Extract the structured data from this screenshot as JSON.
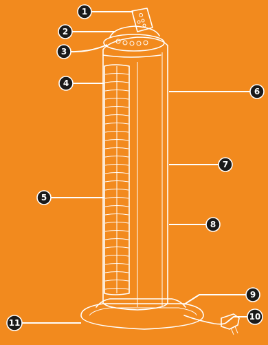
{
  "callouts": [
    {
      "id": 1,
      "label": "1"
    },
    {
      "id": 2,
      "label": "2"
    },
    {
      "id": 3,
      "label": "3"
    },
    {
      "id": 4,
      "label": "4"
    },
    {
      "id": 5,
      "label": "5"
    },
    {
      "id": 6,
      "label": "6"
    },
    {
      "id": 7,
      "label": "7"
    },
    {
      "id": 8,
      "label": "8"
    },
    {
      "id": 9,
      "label": "9"
    },
    {
      "id": 10,
      "label": "10"
    },
    {
      "id": 11,
      "label": "11"
    }
  ],
  "colors": {
    "background": "#f28a1e",
    "line": "#ffffff",
    "callout_fill": "#1a1a1a"
  }
}
